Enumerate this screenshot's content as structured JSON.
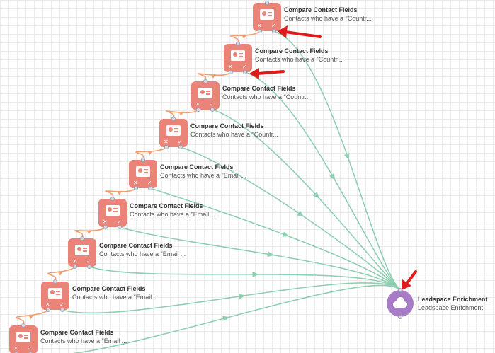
{
  "canvas": {
    "nodes": [
      {
        "title": "Compare Contact Fields",
        "subtitle": "Contacts who have a \"Countr..."
      },
      {
        "title": "Compare Contact Fields",
        "subtitle": "Contacts who have a \"Countr..."
      },
      {
        "title": "Compare Contact Fields",
        "subtitle": "Contacts who have a \"Countr..."
      },
      {
        "title": "Compare Contact Fields",
        "subtitle": "Contacts who have a \"Countr..."
      },
      {
        "title": "Compare Contact Fields",
        "subtitle": "Contacts who have a \"Email ..."
      },
      {
        "title": "Compare Contact Fields",
        "subtitle": "Contacts who have a \"Email ..."
      },
      {
        "title": "Compare Contact Fields",
        "subtitle": "Contacts who have a \"Email ..."
      },
      {
        "title": "Compare Contact Fields",
        "subtitle": "Contacts who have a \"Email ..."
      },
      {
        "title": "Compare Contact Fields",
        "subtitle": "Contacts who have a \"Email ..."
      }
    ],
    "enrichment": {
      "title": "Leadspace Enrichment",
      "subtitle": "Leadspace Enrichment"
    },
    "colors": {
      "node": "#ea8479",
      "enrichment": "#a77bc6",
      "wire_no": "#f0a070",
      "wire_yes": "#8fcfb2",
      "annotation_arrow": "#e01b1b"
    }
  }
}
